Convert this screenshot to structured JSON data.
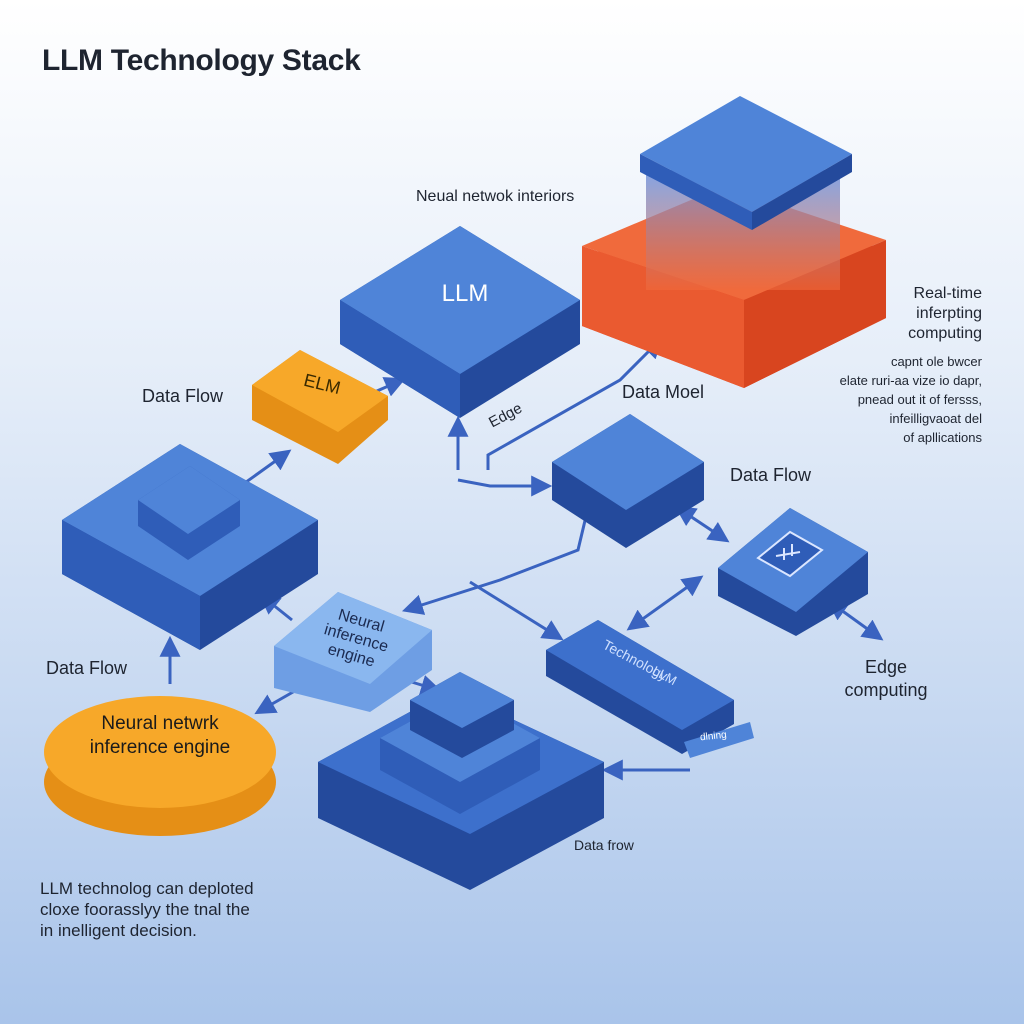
{
  "title": "LLM Technology Stack",
  "labels": {
    "neural_network_interiors": "Neual netwok interiors",
    "llm_main": "LLM",
    "elm": "ELM",
    "data_flow_left_top": "Data Flow",
    "data_model": "Data Moel",
    "edge_skew": "Edge",
    "data_flow_right": "Data Flow",
    "real_time": [
      "Real-time",
      "inferpting",
      "computing"
    ],
    "side_note": [
      "capnt ole bwcer",
      "elate ruri-aa vize io dapr,",
      "pnead out it of fersss,",
      "infeilligvaoat del",
      "of apllications"
    ],
    "neural_engine_box": [
      "Neural",
      "inference",
      "engine"
    ],
    "data_flow_left_bottom": "Data Flow",
    "neural_network_oval": [
      "Neural netwrk",
      "inference engine"
    ],
    "technology": "Technology",
    "llm_small": "LLM",
    "tab": "dlning",
    "edge_computing": [
      "Edge",
      "computing"
    ],
    "data_flow_bottom": "Data frow",
    "footer": [
      "LLM technolog can deploted",
      "cloxe foorasslyy the tnal the",
      "in inelligent decision."
    ]
  },
  "colors": {
    "blue_top": "#4f84d8",
    "blue_side": "#2f5db8",
    "blue_dark": "#244a9c",
    "orange_top": "#f06a3c",
    "orange_side": "#e0502a",
    "yellow": "#f7a829",
    "yellow_side": "#e58f16",
    "light_blue": "#8ab7ef",
    "arrow": "#3a63c0"
  },
  "icons": [
    "arrow-icon",
    "chip-icon"
  ]
}
